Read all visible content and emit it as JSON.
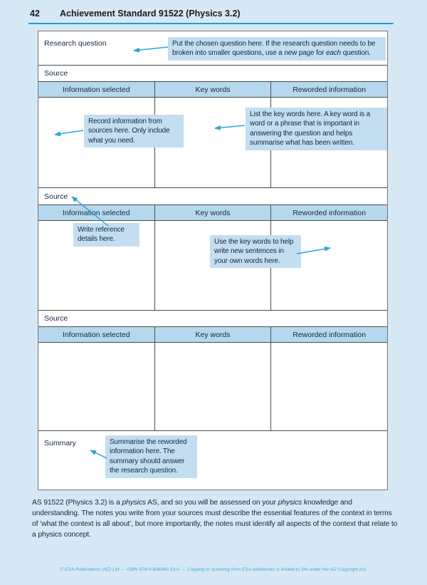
{
  "page": {
    "number": "42",
    "title": "Achievement Standard 91522 (Physics 3.2)"
  },
  "worksheet": {
    "research_question_label": "Research question",
    "source_label": "Source",
    "summary_label": "Summary",
    "columns": [
      "Information selected",
      "Key words",
      "Reworded information"
    ]
  },
  "notes": {
    "research_question": {
      "text_1": "Put the chosen question here. If the research question needs to be broken into smaller questions, use a new page for ",
      "italic": "each",
      "text_2": " question."
    },
    "record_info": "Record information from sources here. Only include what you need.",
    "key_words": "List the key words here. A key word is a word or a phrase that is important in answering the question and helps summarise what has been written.",
    "reference": "Write reference details here.",
    "sentences": "Use the key words to help write new sentences in your own words here.",
    "summary": "Summarise the reworded information here. The summary should answer the research question."
  },
  "body_text": {
    "part_1": "AS 91522 (Physics 3.2) is a ",
    "italic_1": "physics",
    "part_2": " AS, and so you will be assessed on your ",
    "italic_2": "physics",
    "part_3": " knowledge and understanding. The notes you write from your sources must describe the essential features of the context in terms of ‘what the context is all about’, but more importantly, the notes must identify all aspects of the context that relate to a physics concept."
  },
  "footer": {
    "text": "© ESA Publications (NZ) Ltd  –  ISBN 978-0-908340-33-0  –  Copying or scanning from ESA workbooks is limited to 3% under the NZ Copyright Act."
  },
  "colors": {
    "accent_cyan": "#2aa3dc",
    "header_rule": "#1e9ed9",
    "note_bg": "#c3def1",
    "header_cell_bg": "#b5d8ee",
    "page_bg": "#d7e8f5",
    "text_dark": "#14283c"
  }
}
